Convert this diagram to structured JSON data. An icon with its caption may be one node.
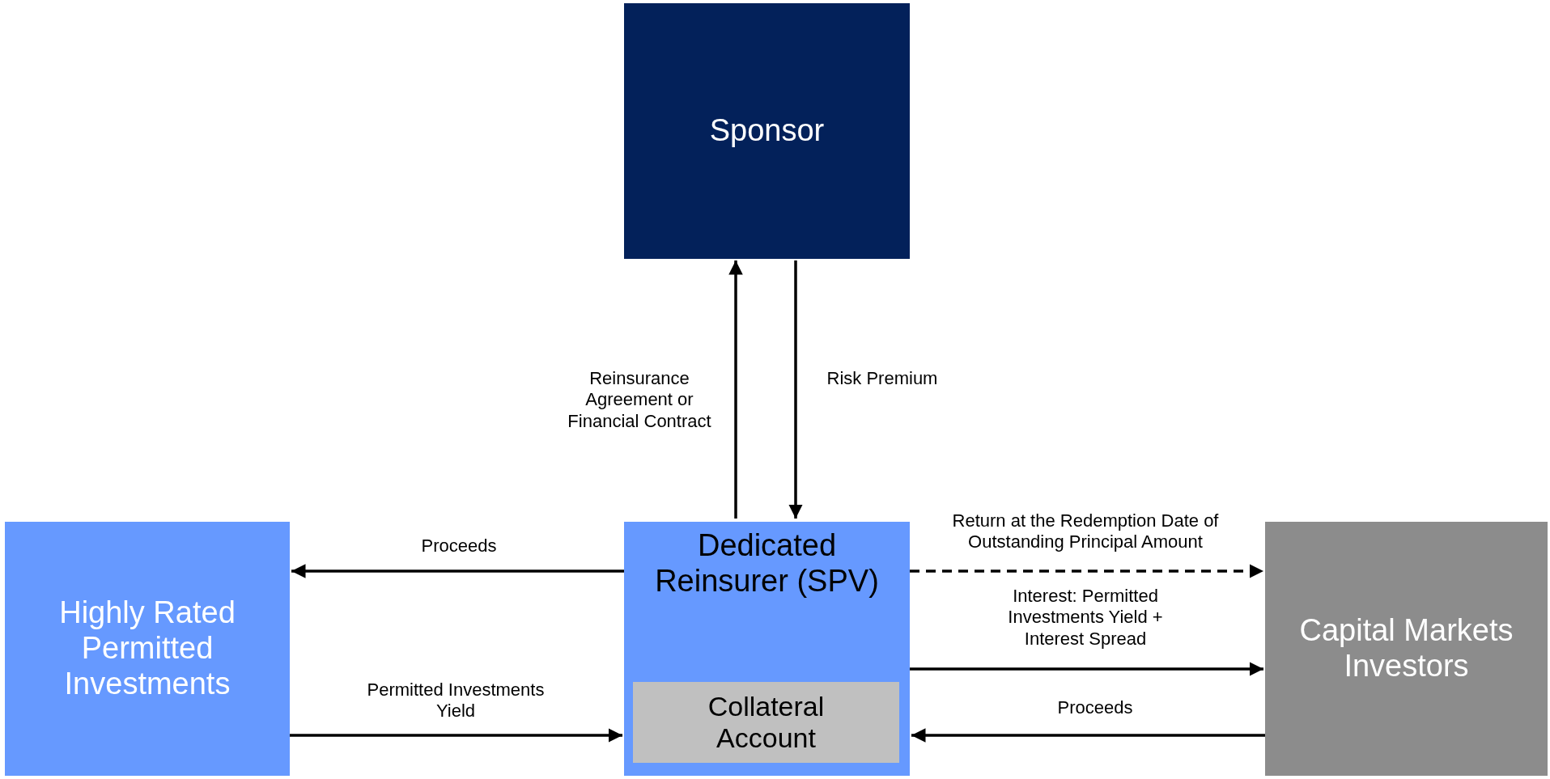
{
  "diagram": {
    "nodes": [
      {
        "text": [
          "Sponsor"
        ]
      },
      {
        "text": [
          "Dedicated Reinsurer (SPV)"
        ]
      },
      {
        "text": [
          "Collateral Account"
        ],
        "in": 1
      },
      {
        "text": [
          "Highly Rated Permitted Investments"
        ]
      },
      {
        "text": [
          "Capital Markets Investors"
        ]
      }
    ],
    "edges": [
      {
        "from": 1,
        "to": 0,
        "arrow": "to",
        "label": "Reinsurance Agreement or Financial Contract"
      },
      {
        "from": 0,
        "to": 1,
        "arrow": "to",
        "label": "Risk Premium"
      },
      {
        "from": 1,
        "to": 3,
        "arrow": "to",
        "label": "Proceeds"
      },
      {
        "from": 3,
        "to": 1,
        "arrow": "to",
        "label": "Permitted Investments Yield"
      },
      {
        "from": 1,
        "to": 4,
        "arrow": "to",
        "style": "dashed",
        "label": "Return at the Redemption Date of Outstanding Principal Amount"
      },
      {
        "from": 1,
        "to": 4,
        "arrow": "to",
        "label": "Interest: Permitted Investments Yield + Interest Spread"
      },
      {
        "from": 4,
        "to": 1,
        "arrow": "to",
        "label": "Proceeds"
      }
    ]
  }
}
